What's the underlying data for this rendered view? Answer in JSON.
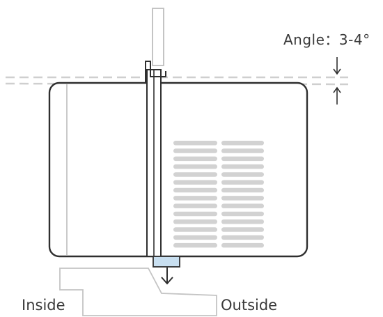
{
  "labels": {
    "angle": "Angle：3-4°",
    "inside": "Inside",
    "outside": "Outside"
  },
  "icons": {
    "down_arrow_small": "arrow-down-icon",
    "up_arrow_small": "arrow-up-icon",
    "drain_arrow": "arrow-down-icon"
  },
  "colors": {
    "outline": "#2f2f2f",
    "light_outline": "#c4c4c4",
    "vent_slats": "#d2d2d2",
    "dashed_lines": "#cfcfcf",
    "text": "#3a3a3a"
  }
}
